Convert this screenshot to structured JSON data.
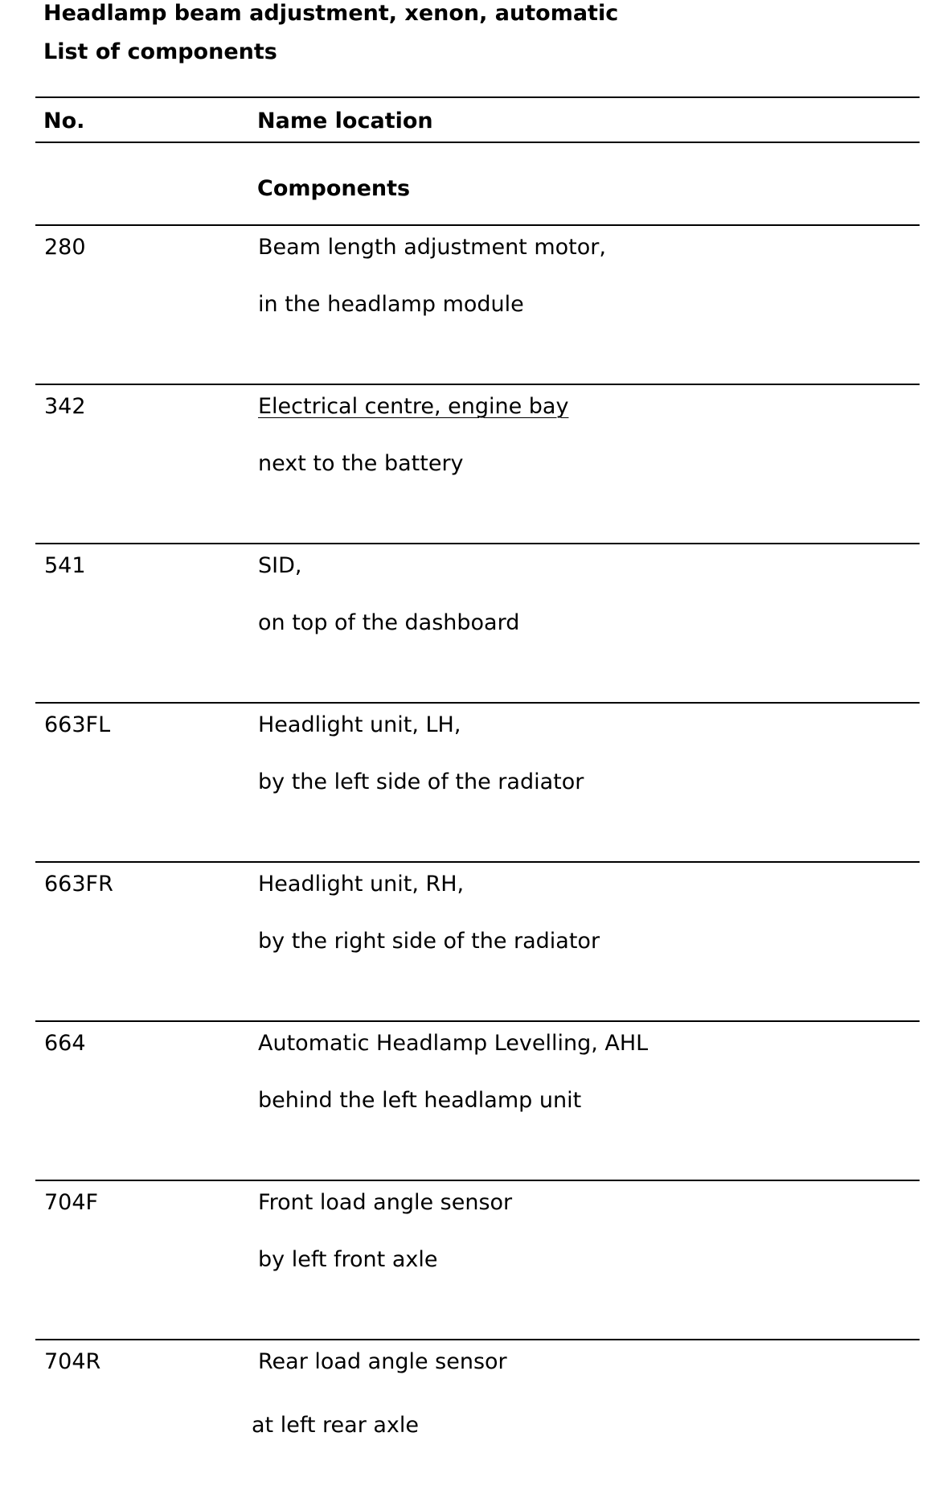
{
  "document": {
    "title": "Headlamp beam adjustment, xenon, automatic",
    "subtitle": "List of components"
  },
  "table": {
    "headers": {
      "number": "No.",
      "name_location": "Name location"
    },
    "section_label": "Components",
    "rows": [
      {
        "number": "280",
        "name": "Beam length adjustment motor,",
        "location": "in the headlamp module",
        "is_link": false
      },
      {
        "number": "342",
        "name": "Electrical centre, engine bay",
        "location": "next to the battery",
        "is_link": true
      },
      {
        "number": "541",
        "name": "SID,",
        "location": "on top of the dashboard",
        "is_link": false
      },
      {
        "number": "663FL",
        "name": "Headlight unit, LH,",
        "location": "by the left side of the radiator",
        "is_link": false
      },
      {
        "number": "663FR",
        "name": "Headlight unit, RH,",
        "location": "by the right side of the radiator",
        "is_link": false
      },
      {
        "number": "664",
        "name": "Automatic Headlamp Levelling, AHL",
        "location": "behind the left headlamp unit",
        "is_link": false
      },
      {
        "number": "704F",
        "name": "Front load angle sensor",
        "location": "by left front axle",
        "is_link": false
      },
      {
        "number": "704R",
        "name": "Rear load angle sensor",
        "location": "at left rear axle",
        "is_link": false
      }
    ]
  }
}
